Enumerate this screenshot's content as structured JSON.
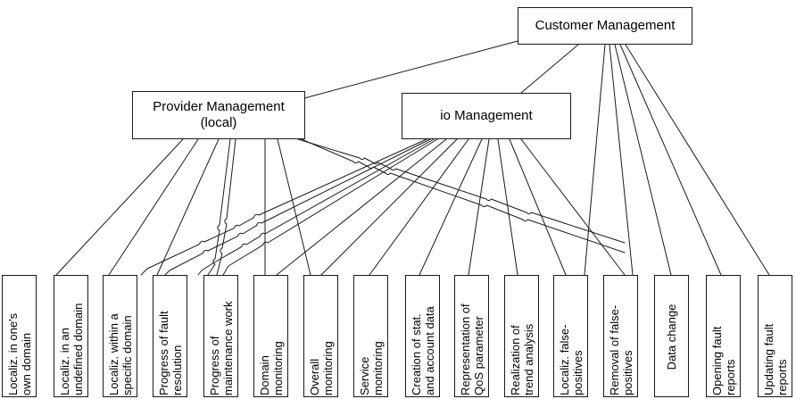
{
  "diagram": {
    "title_nodes": {
      "customer": "Customer Management",
      "provider": "Provider Management\n(local)",
      "io": "io Management"
    },
    "leaves": [
      {
        "id": "localiz-own-domain",
        "label": "Localiz. in one's\nown domain"
      },
      {
        "id": "localiz-undefined-domain",
        "label": "Localiz. in an\nundefined domain"
      },
      {
        "id": "localiz-specific-domain",
        "label": "Localiz. within a\nspecific domain"
      },
      {
        "id": "progress-fault-resolution",
        "label": "Progress of fault\nresolution"
      },
      {
        "id": "progress-maintenance-work",
        "label": "Progress of\nmaintenance work"
      },
      {
        "id": "domain-monitoring",
        "label": "Domain\nmonitoring"
      },
      {
        "id": "overall-monitoring",
        "label": "Overall\nmonitoring"
      },
      {
        "id": "service-monitoring",
        "label": "Service\nmonitoring"
      },
      {
        "id": "creation-stat-account-data",
        "label": "Creation of stat.\nand account data"
      },
      {
        "id": "representation-qos-parameter",
        "label": "Representation of\nQoS parameter"
      },
      {
        "id": "realization-trend-analysis",
        "label": "Realization of\ntrend analysis"
      },
      {
        "id": "localiz-false-positives",
        "label": "Localiz. false-\npositives"
      },
      {
        "id": "removal-false-positives",
        "label": "Removal of false-\npositives"
      },
      {
        "id": "data-change",
        "label": "Data change"
      },
      {
        "id": "opening-fault-reports",
        "label": "Opening fault\nreports"
      },
      {
        "id": "updating-fault-reports",
        "label": "Updating fault\nreports"
      }
    ],
    "colors": {
      "line": "#1a1a1a",
      "box_fill": "#ffffff",
      "text": "#000000"
    }
  }
}
